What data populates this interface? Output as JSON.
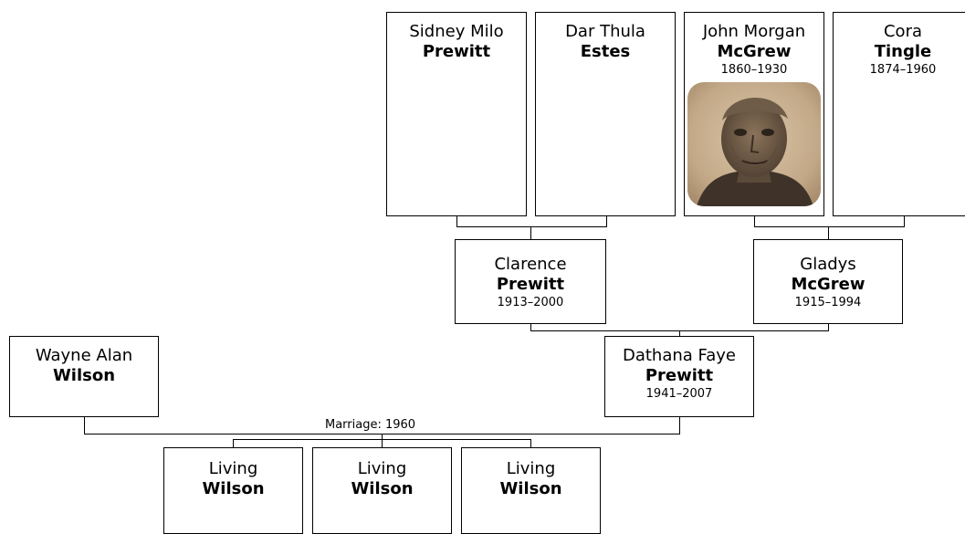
{
  "people": {
    "sidney": {
      "given": "Sidney Milo",
      "surname": "Prewitt",
      "dates": ""
    },
    "dar": {
      "given": "Dar Thula",
      "surname": "Estes",
      "dates": ""
    },
    "john": {
      "given": "John Morgan",
      "surname": "McGrew",
      "dates": "1860–1930"
    },
    "cora": {
      "given": "Cora",
      "surname": "Tingle",
      "dates": "1874–1960"
    },
    "clarence": {
      "given": "Clarence",
      "surname": "Prewitt",
      "dates": "1913–2000"
    },
    "gladys": {
      "given": "Gladys",
      "surname": "McGrew",
      "dates": "1915–1994"
    },
    "wayne": {
      "given": "Wayne Alan",
      "surname": "Wilson",
      "dates": ""
    },
    "dathana": {
      "given": "Dathana Faye",
      "surname": "Prewitt",
      "dates": "1941–2007"
    },
    "child1": {
      "given": "Living",
      "surname": "Wilson",
      "dates": ""
    },
    "child2": {
      "given": "Living",
      "surname": "Wilson",
      "dates": ""
    },
    "child3": {
      "given": "Living",
      "surname": "Wilson",
      "dates": ""
    }
  },
  "marriage_label": "Marriage: 1960",
  "colors": {
    "line": "#000000",
    "box_border": "#000000",
    "background": "#ffffff",
    "photo_tone": "#b49a78"
  }
}
